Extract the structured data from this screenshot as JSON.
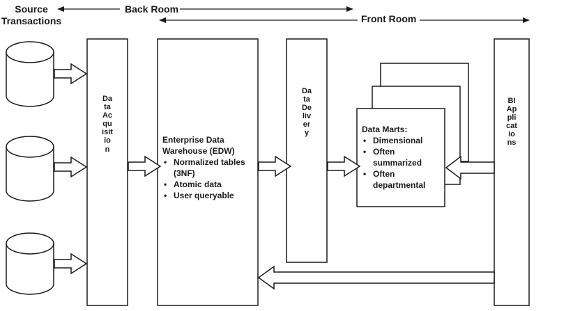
{
  "headers": {
    "source": "Source Transactions",
    "back_room": "Back Room",
    "front_room": "Front Room"
  },
  "columns": {
    "data_acquisition": "Data Acquisition",
    "data_delivery": "Data Delivery",
    "bi_applications": "BI Applications"
  },
  "edw": {
    "title": "Enterprise Data Warehouse (EDW)",
    "bullets": [
      "Normalized tables (3NF)",
      "Atomic data",
      "User queryable"
    ]
  },
  "data_marts": {
    "title": "Data Marts:",
    "bullets": [
      "Dimensional",
      "Often summarized",
      "Often departmental"
    ]
  },
  "colors": {
    "line": "#1a1a1a",
    "background": "#ffffff"
  }
}
